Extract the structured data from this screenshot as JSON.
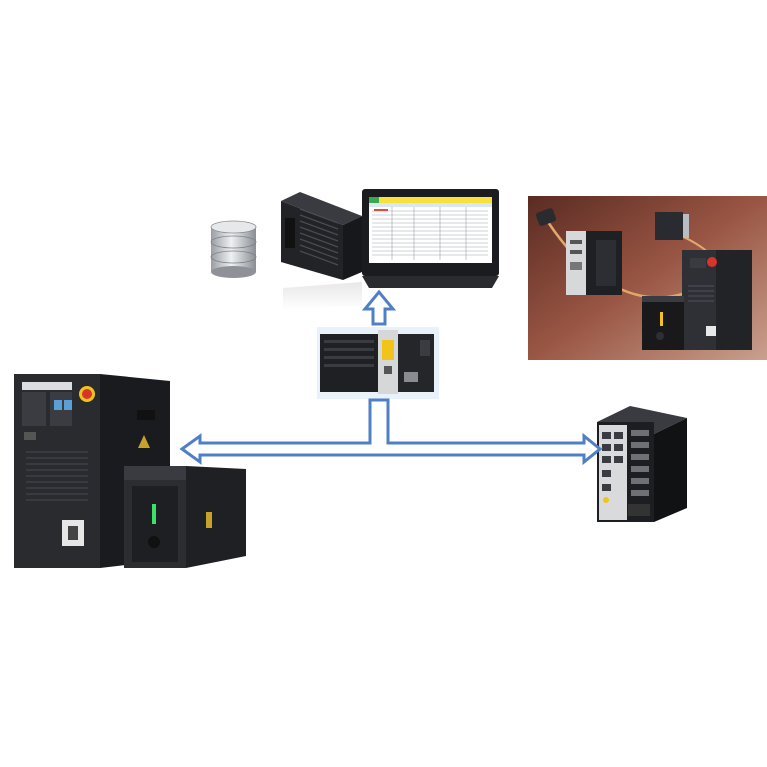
{
  "colors": {
    "background": "#ffffff",
    "arrow_outline": "#4f7fc4",
    "arrow_fill": "#ffffff",
    "device_dark": "#1e1f22",
    "device_mid": "#2c2d31",
    "accent_red": "#d8342b",
    "accent_yellow": "#f0c419",
    "photo_backdrop": "#8b4a3a",
    "screen_header_yellow": "#f7e13a",
    "screen_green": "#3aa84f",
    "led_green": "#3ce06a"
  },
  "nodes": [
    {
      "id": "database",
      "icon": "database-cylinder-icon"
    },
    {
      "id": "industrial-pc",
      "icon": "industrial-pc-box"
    },
    {
      "id": "monitor",
      "icon": "monitor-spreadsheet-screen"
    },
    {
      "id": "plc-controller",
      "icon": "modular-plc-controller"
    },
    {
      "id": "robot-system-photo",
      "icon": "robot-system-photo"
    },
    {
      "id": "robot-controller-cabinet",
      "icon": "robot-controller-cabinet"
    },
    {
      "id": "industrial-switch",
      "icon": "industrial-ethernet-switch"
    }
  ],
  "edges": [
    {
      "from": "plc-controller",
      "to": "monitor",
      "direction": "up"
    },
    {
      "from": "plc-controller",
      "to": "network-bus",
      "direction": "bidirectional"
    },
    {
      "from": "robot-controller-cabinet",
      "to": "industrial-switch",
      "direction": "bidirectional"
    }
  ]
}
